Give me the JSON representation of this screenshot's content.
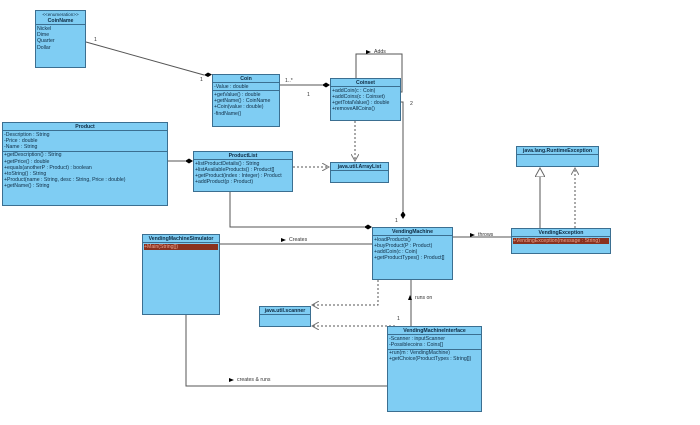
{
  "colors": {
    "class_fill": "#7fcdf3",
    "class_border": "#3b6f91",
    "highlight": "#8a3220"
  },
  "classes": [
    {
      "name": "CoinName",
      "stereotype": "<<enumeration>>",
      "attributes": [
        "Nickel",
        "Dime",
        "Quarter",
        "Dollar"
      ],
      "operations": []
    },
    {
      "name": "Coin",
      "attributes": [
        "-Value : double"
      ],
      "operations": [
        "+getValue() : double",
        "+getName() : CoinName",
        "+Coin(value : double)",
        "-findName()"
      ]
    },
    {
      "name": "Coinset",
      "attributes": [],
      "operations": [
        "+addCoin(c : Coin)",
        "+addCoins(c : Coinset)",
        "+getTotalValue() : double",
        "+removeAllCoins()"
      ]
    },
    {
      "name": "Product",
      "attributes": [
        "-Description : String",
        "-Price : double",
        "-Name : String"
      ],
      "operations": [
        "+getDescription() : String",
        "+getPrice() : double",
        "+equals(anotherP : Product) : boolean",
        "+toString() : String",
        "+Product(name : String, desc : String, Price : double)",
        "+getName() : String"
      ]
    },
    {
      "name": "ProductList",
      "attributes": [],
      "operations": [
        "+listProductDetails() : String",
        "+listAvailableProducts() : Product[]",
        "+getProduct(index : Integer) : Product",
        "+addProduct(p : Product)"
      ]
    },
    {
      "name": "java.util.ArrayList",
      "attributes": [],
      "operations": []
    },
    {
      "name": "java.lang.RuntimeException",
      "attributes": [],
      "operations": []
    },
    {
      "name": "VendingMachine",
      "attributes": [],
      "operations": [
        "+loadProducts()",
        "+buyProduct(P : Product)",
        "+addCoin(c : Coin)",
        "+getProductTypes() : Product[]"
      ]
    },
    {
      "name": "VendingException",
      "attributes": [],
      "operations": [
        "+VendingException(message : String)"
      ],
      "highlight_ops": true
    },
    {
      "name": "VendingMachineSimulator",
      "attributes": [],
      "operations": [
        "+Main(String[])"
      ],
      "highlight_ops": true
    },
    {
      "name": "java.util.scanner",
      "attributes": [],
      "operations": []
    },
    {
      "name": "VendingMachineInterface",
      "attributes": [
        "-Scanner : inputScanner",
        "-Possiblecoins : Coins[]"
      ],
      "operations": [
        "+run(m : VendingMachine)",
        "+getChoice(ProductTypes : String[])"
      ]
    }
  ],
  "relations": {
    "coinname_coin_mult_a": "1",
    "coinname_coin_mult_b": "1",
    "coin_coinset_mult_a": "1..*",
    "coin_coinset_mult_b": "1",
    "adds": "Adds",
    "coinset_vm_mult_a": "2",
    "coinset_vm_mult_b": "1",
    "creates": "Creates",
    "throws": "throws",
    "runs_on": "runs on",
    "interface_scanner_mult": "1",
    "creates_runs": "creates & runs"
  }
}
